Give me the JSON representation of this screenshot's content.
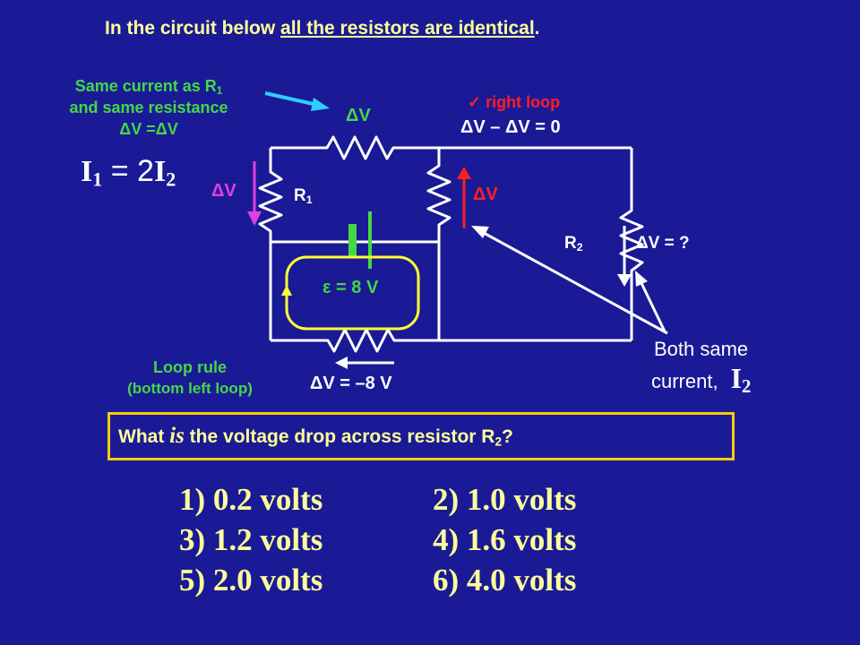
{
  "title": {
    "prefix": "In the circuit below ",
    "underlined": "all the resistors are identical",
    "suffix": "."
  },
  "note_same": {
    "line1": "Same current as R",
    "line1_sub": "1",
    "line2": "and same resistance",
    "line3": "ΔV =ΔV"
  },
  "current_relation": {
    "i1": "I",
    "i1_sub": "1",
    "eq": " = 2",
    "i2": "I",
    "i2_sub": "2"
  },
  "right_loop": {
    "check": "✓",
    "label": "right loop",
    "equation": "ΔV – ΔV = 0"
  },
  "labels": {
    "dv_top": "ΔV",
    "dv_left": "ΔV",
    "dv_middle": "ΔV",
    "dv_r2": "ΔV = ?",
    "r1": "R",
    "r1_sub": "1",
    "r2": "R",
    "r2_sub": "2",
    "emf": "ε = 8 V",
    "dv_bottom": "ΔV = –8 V"
  },
  "loop_rule": {
    "line1": "Loop rule",
    "line2": "(bottom left loop)"
  },
  "both_same": {
    "line1": "Both same",
    "line2": "current,",
    "i": "I",
    "i_sub": "2"
  },
  "question": {
    "pre": "What ",
    "emph": "is",
    "post": " the voltage drop across resistor R",
    "sub": "2",
    "end": "?"
  },
  "options": [
    "1)  0.2 volts",
    "2)  1.0 volts",
    "3)  1.2 volts",
    "4)  1.6 volts",
    "5)  2.0 volts",
    "6)  4.0 volts"
  ],
  "colors": {
    "background": "#1A1A96",
    "text": "#FFFF99",
    "green": "#44D844",
    "red": "#FF2020",
    "magenta": "#E040E0",
    "box": "#FFCC00"
  }
}
